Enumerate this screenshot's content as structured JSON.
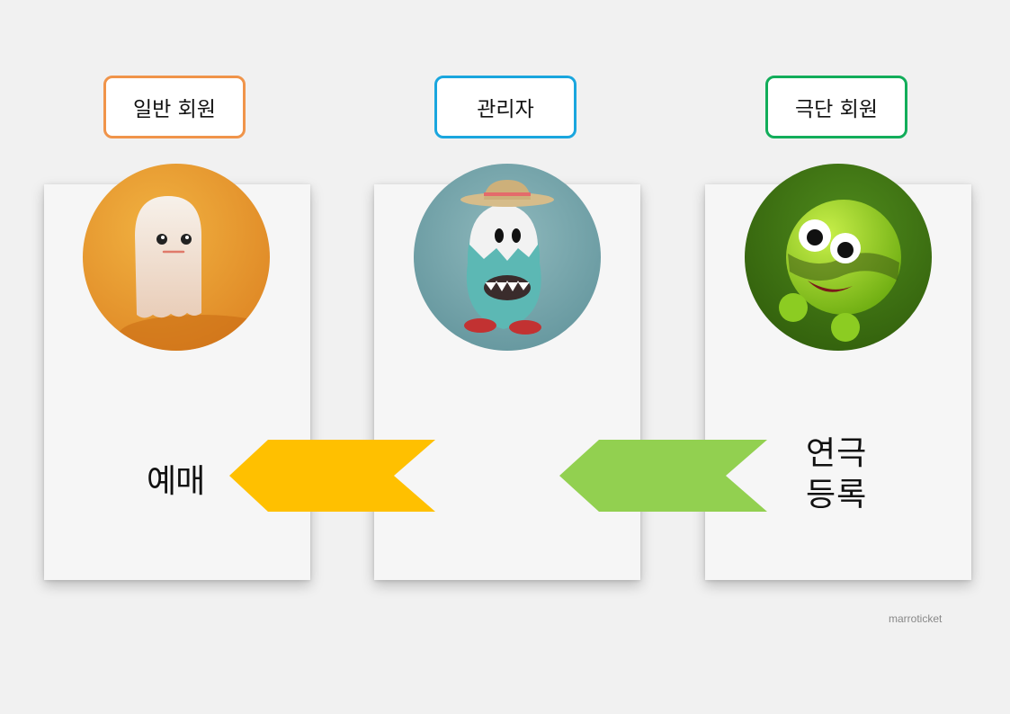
{
  "roles": [
    {
      "label": "일반 회원",
      "border_color": "#f0944a",
      "avatar_icon": "ghost-character-icon",
      "avatar_bg": "#e8962e"
    },
    {
      "label": "관리자",
      "border_color": "#1aa6de",
      "avatar_icon": "monster-with-hat-icon",
      "avatar_bg": "#6fa3aa"
    },
    {
      "label": "극단 회원",
      "border_color": "#12ad5a",
      "avatar_icon": "green-ball-creature-icon",
      "avatar_bg": "#3e6a14"
    }
  ],
  "actions": {
    "reserve_label": "예매",
    "register_line1": "연극",
    "register_line2": "등록"
  },
  "arrows": [
    {
      "color": "#ffc000",
      "direction": "left"
    },
    {
      "color": "#92d050",
      "direction": "left"
    }
  ],
  "brand": "marroticket"
}
